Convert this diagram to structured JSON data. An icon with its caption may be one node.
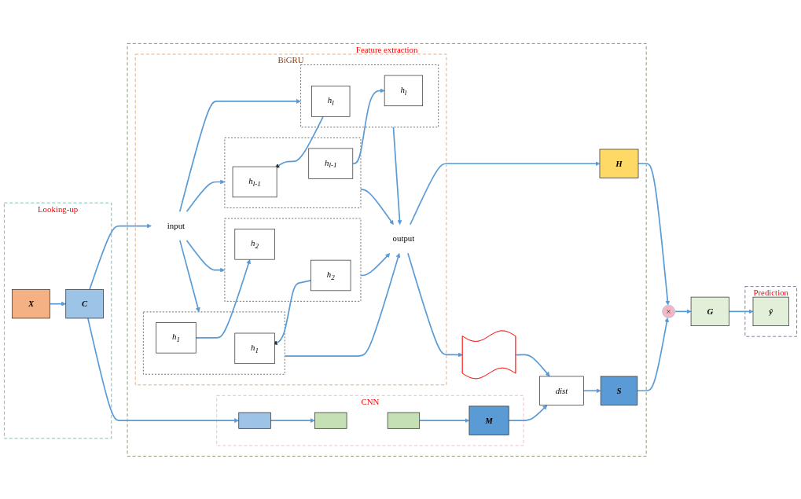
{
  "diagram": {
    "nodes": [
      {
        "text": [
          "Looking-up"
        ]
      },
      {
        "text": [
          "X"
        ],
        "in": 0
      },
      {
        "text": [
          "C"
        ],
        "in": 0
      },
      {
        "text": [
          "Feature extraction"
        ]
      },
      {
        "text": [
          "CNN"
        ],
        "in": 3
      },
      {
        "text": [],
        "shape": "box",
        "in": 4
      },
      {
        "text": [],
        "shape": "box",
        "in": 4
      },
      {
        "text": [],
        "shape": "box",
        "in": 4
      },
      {
        "text": [
          "M"
        ],
        "in": 4
      },
      {
        "text": [
          "dist"
        ],
        "in": 3
      },
      {
        "text": [
          "S"
        ],
        "in": 3
      },
      {
        "text": [],
        "shape": "picture",
        "in": 3
      },
      {
        "text": [
          "BiGRU"
        ],
        "in": 3
      },
      {
        "text": [
          "input"
        ],
        "in": 12
      },
      {
        "text": [],
        "shape": "box",
        "in": 12
      },
      {
        "text": [
          "h$_{1}$"
        ],
        "in": 14
      },
      {
        "text": [
          "h$_{1}$"
        ],
        "in": 14
      },
      {
        "text": [],
        "shape": "box",
        "in": 12
      },
      {
        "text": [
          "h$_{2}$"
        ],
        "in": 17
      },
      {
        "text": [
          "h$_{2}$"
        ],
        "in": 17
      },
      {
        "text": [],
        "shape": "box",
        "in": 12
      },
      {
        "text": [
          "h$_{l-1}$"
        ],
        "in": 20
      },
      {
        "text": [
          "h$_{l-1}$"
        ],
        "in": 20
      },
      {
        "text": [],
        "shape": "box",
        "in": 12
      },
      {
        "text": [
          "h$_{l}$"
        ],
        "in": 23
      },
      {
        "text": [
          "h$_{l}$"
        ],
        "in": 23
      },
      {
        "text": [
          "output"
        ],
        "in": 12
      },
      {
        "text": [
          "H"
        ],
        "in": 3
      },
      {
        "text": [
          "Prediction"
        ]
      },
      {
        "text": [
          "G"
        ]
      },
      {
        "text": [
          "×"
        ]
      },
      {
        "text": [
          "ŷ"
        ],
        "in": 28
      }
    ],
    "edges": [
      {
        "from": 1,
        "to": 2,
        "arrow": "to"
      },
      {
        "from": 2,
        "to": 5,
        "arrow": "to"
      },
      {
        "from": 2,
        "to": 13,
        "arrow": "to"
      },
      {
        "from": 5,
        "to": 6,
        "arrow": "to"
      },
      {
        "from": 7,
        "to": 8,
        "arrow": "to"
      },
      {
        "from": 8,
        "to": 9,
        "arrow": "to"
      },
      {
        "from": 9,
        "to": 10,
        "arrow": "to"
      },
      {
        "from": 11,
        "to": 9,
        "arrow": "to"
      },
      {
        "from": 13,
        "to": 14,
        "arrow": "to"
      },
      {
        "from": 13,
        "to": 17,
        "arrow": "to"
      },
      {
        "from": 13,
        "to": 20,
        "arrow": "to"
      },
      {
        "from": 13,
        "to": 23,
        "arrow": "to"
      },
      {
        "from": 18,
        "to": 15,
        "arrow": "to"
      },
      {
        "from": 16,
        "to": 19,
        "arrow": "to"
      },
      {
        "from": 24,
        "to": 21,
        "arrow": "to"
      },
      {
        "from": 22,
        "to": 25,
        "arrow": "to"
      },
      {
        "from": 14,
        "to": 26,
        "arrow": "to"
      },
      {
        "from": 17,
        "to": 26,
        "arrow": "to"
      },
      {
        "from": 20,
        "to": 26,
        "arrow": "to"
      },
      {
        "from": 23,
        "to": 26,
        "arrow": "to"
      },
      {
        "from": 26,
        "to": 11,
        "arrow": "to"
      },
      {
        "from": 26,
        "to": 27,
        "arrow": "to"
      },
      {
        "from": 10,
        "to": 30,
        "arrow": "to"
      },
      {
        "from": 27,
        "to": 30,
        "arrow": "to"
      },
      {
        "from": 30,
        "to": 29,
        "arrow": "to"
      },
      {
        "from": 29,
        "to": 31,
        "arrow": "to"
      }
    ]
  }
}
